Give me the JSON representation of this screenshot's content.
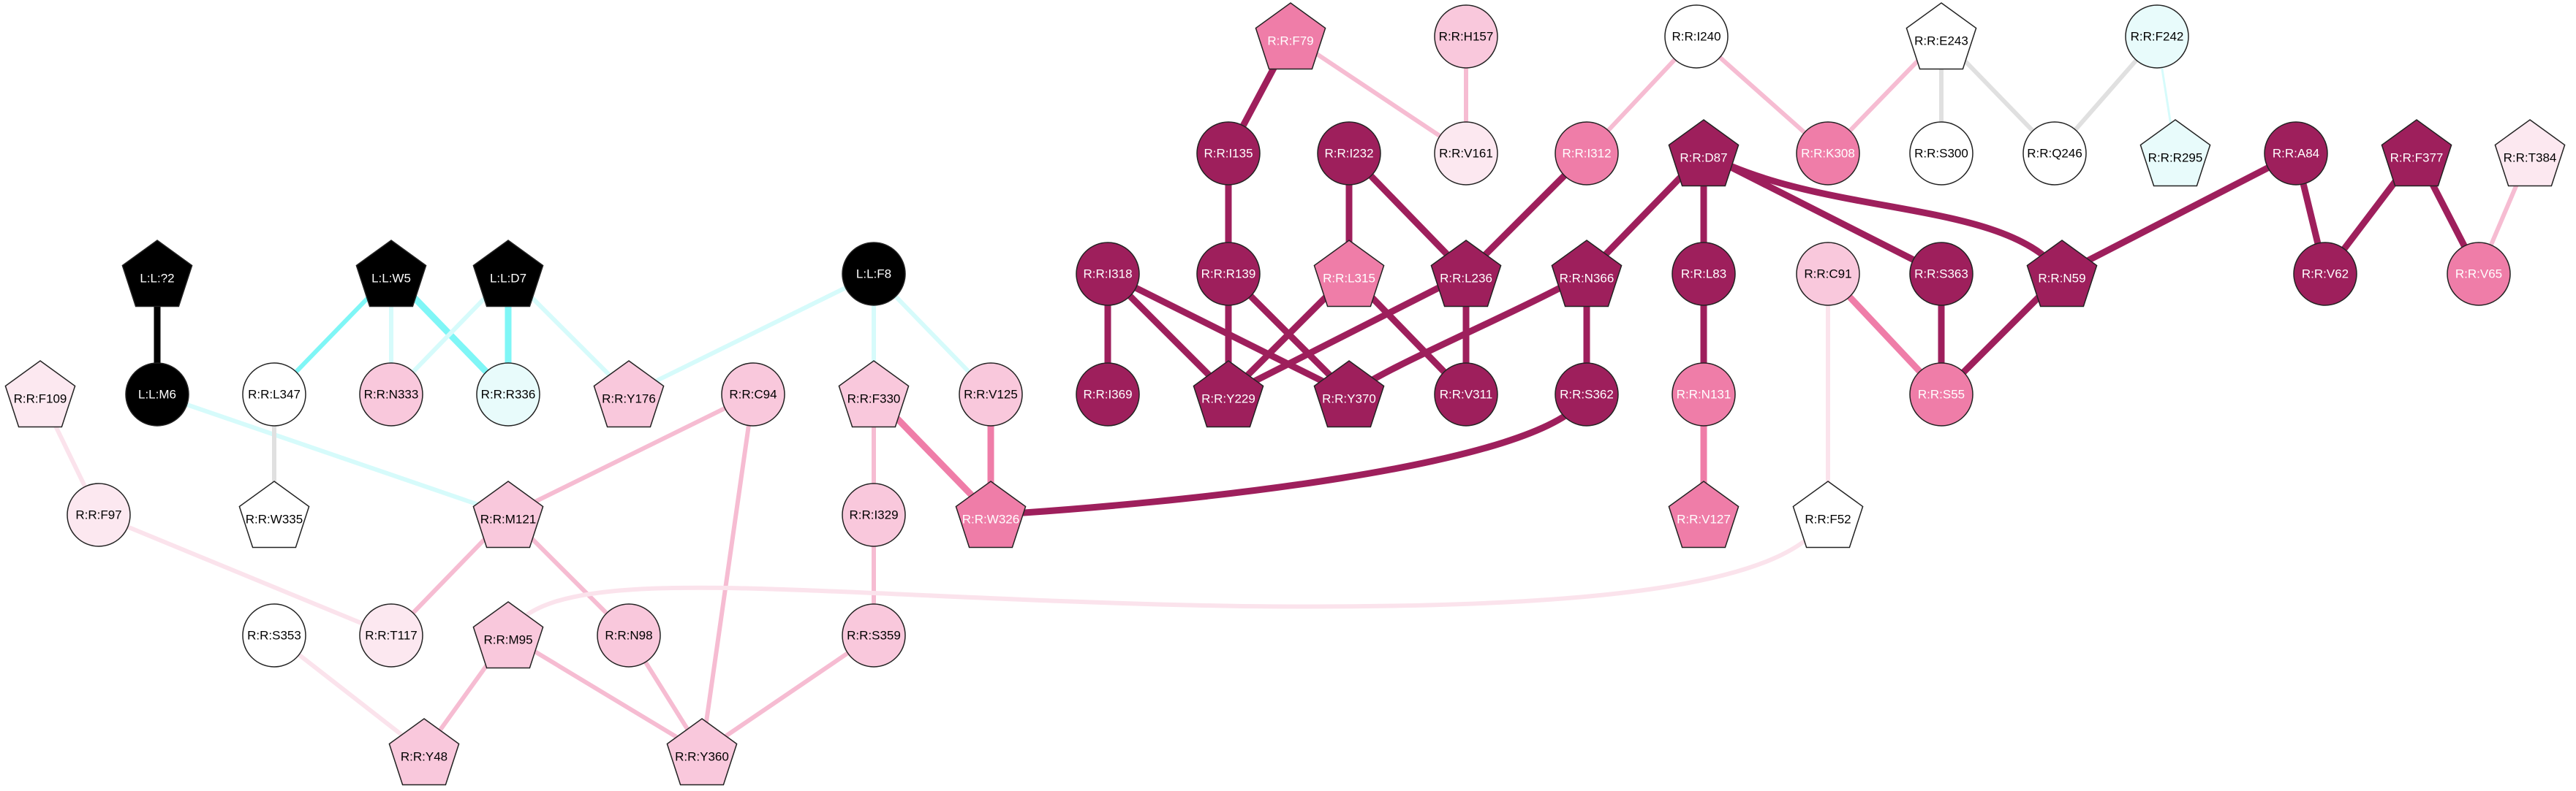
{
  "palette": {
    "black": "#000000",
    "dark": "#9e1f5c",
    "mid": "#ef7da8",
    "light": "#f9c8dc",
    "pale": "#fce8f0",
    "white": "#ffffff",
    "cyan_fill": "#e8fbfb",
    "edge_dark": "#9e1f5c",
    "edge_mid": "#ef7da8",
    "edge_light": "#f6bcd2",
    "edge_pale": "#fbe3ec",
    "edge_gray": "#e0e0e0",
    "edge_cyan": "#7ff6f6",
    "edge_cyan_pale": "#d6fbfb",
    "edge_black": "#000000"
  },
  "nodes": [
    {
      "id": "F79",
      "label": "R:R:F79",
      "shape": "pentagon",
      "fill": "mid"
    },
    {
      "id": "H157",
      "label": "R:R:H157",
      "shape": "circle",
      "fill": "light"
    },
    {
      "id": "I240",
      "label": "R:R:I240",
      "shape": "circle",
      "fill": "white"
    },
    {
      "id": "E243",
      "label": "R:R:E243",
      "shape": "pentagon",
      "fill": "white"
    },
    {
      "id": "F242",
      "label": "R:R:F242",
      "shape": "circle",
      "fill": "cyan_fill"
    },
    {
      "id": "I135",
      "label": "R:R:I135",
      "shape": "circle",
      "fill": "dark"
    },
    {
      "id": "I232",
      "label": "R:R:I232",
      "shape": "circle",
      "fill": "dark"
    },
    {
      "id": "V161",
      "label": "R:R:V161",
      "shape": "circle",
      "fill": "pale"
    },
    {
      "id": "I312",
      "label": "R:R:I312",
      "shape": "circle",
      "fill": "mid"
    },
    {
      "id": "D87",
      "label": "R:R:D87",
      "shape": "pentagon",
      "fill": "dark"
    },
    {
      "id": "K308",
      "label": "R:R:K308",
      "shape": "circle",
      "fill": "mid"
    },
    {
      "id": "S300",
      "label": "R:R:S300",
      "shape": "circle",
      "fill": "white"
    },
    {
      "id": "Q246",
      "label": "R:R:Q246",
      "shape": "circle",
      "fill": "white"
    },
    {
      "id": "R295",
      "label": "R:R:R295",
      "shape": "pentagon",
      "fill": "cyan_fill"
    },
    {
      "id": "A84",
      "label": "R:R:A84",
      "shape": "circle",
      "fill": "dark"
    },
    {
      "id": "F377",
      "label": "R:R:F377",
      "shape": "pentagon",
      "fill": "dark"
    },
    {
      "id": "T384",
      "label": "R:R:T384",
      "shape": "pentagon",
      "fill": "pale"
    },
    {
      "id": "L72",
      "label": "L:L:?2",
      "shape": "pentagon",
      "fill": "black"
    },
    {
      "id": "LW5",
      "label": "L:L:W5",
      "shape": "pentagon",
      "fill": "black"
    },
    {
      "id": "LD7",
      "label": "L:L:D7",
      "shape": "pentagon",
      "fill": "black"
    },
    {
      "id": "LF8",
      "label": "L:L:F8",
      "shape": "circle",
      "fill": "black"
    },
    {
      "id": "I318",
      "label": "R:R:I318",
      "shape": "circle",
      "fill": "dark"
    },
    {
      "id": "R139",
      "label": "R:R:R139",
      "shape": "circle",
      "fill": "dark"
    },
    {
      "id": "L315",
      "label": "R:R:L315",
      "shape": "pentagon",
      "fill": "mid"
    },
    {
      "id": "L236",
      "label": "R:R:L236",
      "shape": "pentagon",
      "fill": "dark"
    },
    {
      "id": "N366",
      "label": "R:R:N366",
      "shape": "pentagon",
      "fill": "dark"
    },
    {
      "id": "L83",
      "label": "R:R:L83",
      "shape": "circle",
      "fill": "dark"
    },
    {
      "id": "C91",
      "label": "R:R:C91",
      "shape": "circle",
      "fill": "light"
    },
    {
      "id": "S363",
      "label": "R:R:S363",
      "shape": "circle",
      "fill": "dark"
    },
    {
      "id": "N59",
      "label": "R:R:N59",
      "shape": "pentagon",
      "fill": "dark"
    },
    {
      "id": "V62",
      "label": "R:R:V62",
      "shape": "circle",
      "fill": "dark"
    },
    {
      "id": "V65",
      "label": "R:R:V65",
      "shape": "circle",
      "fill": "mid"
    },
    {
      "id": "F109",
      "label": "R:R:F109",
      "shape": "pentagon",
      "fill": "pale"
    },
    {
      "id": "M6",
      "label": "L:L:M6",
      "shape": "circle",
      "fill": "black"
    },
    {
      "id": "L347",
      "label": "R:R:L347",
      "shape": "circle",
      "fill": "white"
    },
    {
      "id": "N333",
      "label": "R:R:N333",
      "shape": "circle",
      "fill": "light"
    },
    {
      "id": "R336",
      "label": "R:R:R336",
      "shape": "circle",
      "fill": "cyan_fill"
    },
    {
      "id": "Y176",
      "label": "R:R:Y176",
      "shape": "pentagon",
      "fill": "light"
    },
    {
      "id": "C94",
      "label": "R:R:C94",
      "shape": "circle",
      "fill": "light"
    },
    {
      "id": "F330",
      "label": "R:R:F330",
      "shape": "pentagon",
      "fill": "light"
    },
    {
      "id": "V125",
      "label": "R:R:V125",
      "shape": "circle",
      "fill": "light"
    },
    {
      "id": "I369",
      "label": "R:R:I369",
      "shape": "circle",
      "fill": "dark"
    },
    {
      "id": "Y229",
      "label": "R:R:Y229",
      "shape": "pentagon",
      "fill": "dark"
    },
    {
      "id": "Y370",
      "label": "R:R:Y370",
      "shape": "pentagon",
      "fill": "dark"
    },
    {
      "id": "V311",
      "label": "R:R:V311",
      "shape": "circle",
      "fill": "dark"
    },
    {
      "id": "S362",
      "label": "R:R:S362",
      "shape": "circle",
      "fill": "dark"
    },
    {
      "id": "N131",
      "label": "R:R:N131",
      "shape": "circle",
      "fill": "mid"
    },
    {
      "id": "S55",
      "label": "R:R:S55",
      "shape": "circle",
      "fill": "mid"
    },
    {
      "id": "W335",
      "label": "R:R:W335",
      "shape": "pentagon",
      "fill": "white"
    },
    {
      "id": "F97",
      "label": "R:R:F97",
      "shape": "circle",
      "fill": "pale"
    },
    {
      "id": "M121",
      "label": "R:R:M121",
      "shape": "pentagon",
      "fill": "light"
    },
    {
      "id": "I329",
      "label": "R:R:I329",
      "shape": "circle",
      "fill": "light"
    },
    {
      "id": "W326",
      "label": "R:R:W326",
      "shape": "pentagon",
      "fill": "mid"
    },
    {
      "id": "V127",
      "label": "R:R:V127",
      "shape": "pentagon",
      "fill": "mid"
    },
    {
      "id": "F52",
      "label": "R:R:F52",
      "shape": "pentagon",
      "fill": "white"
    },
    {
      "id": "S353",
      "label": "R:R:S353",
      "shape": "circle",
      "fill": "white"
    },
    {
      "id": "T117",
      "label": "R:R:T117",
      "shape": "circle",
      "fill": "pale"
    },
    {
      "id": "M95",
      "label": "R:R:M95",
      "shape": "pentagon",
      "fill": "light"
    },
    {
      "id": "N98",
      "label": "R:R:N98",
      "shape": "circle",
      "fill": "light"
    },
    {
      "id": "S359",
      "label": "R:R:S359",
      "shape": "circle",
      "fill": "light"
    },
    {
      "id": "Y48",
      "label": "R:R:Y48",
      "shape": "pentagon",
      "fill": "light"
    },
    {
      "id": "Y360",
      "label": "R:R:Y360",
      "shape": "pentagon",
      "fill": "light"
    }
  ],
  "edges": [
    {
      "from": "F79",
      "to": "I135",
      "color": "edge_dark",
      "weight": 3
    },
    {
      "from": "F79",
      "to": "V161",
      "color": "edge_light",
      "weight": 2
    },
    {
      "from": "H157",
      "to": "V161",
      "color": "edge_light",
      "weight": 2
    },
    {
      "from": "I240",
      "to": "I312",
      "color": "edge_light",
      "weight": 2
    },
    {
      "from": "I240",
      "to": "K308",
      "color": "edge_light",
      "weight": 2
    },
    {
      "from": "E243",
      "to": "K308",
      "color": "edge_light",
      "weight": 2
    },
    {
      "from": "E243",
      "to": "S300",
      "color": "edge_gray",
      "weight": 2
    },
    {
      "from": "E243",
      "to": "Q246",
      "color": "edge_gray",
      "weight": 2
    },
    {
      "from": "F242",
      "to": "Q246",
      "color": "edge_gray",
      "weight": 2
    },
    {
      "from": "F242",
      "to": "R295",
      "color": "edge_cyan_pale",
      "weight": 1
    },
    {
      "from": "I135",
      "to": "R139",
      "color": "edge_dark",
      "weight": 3
    },
    {
      "from": "I232",
      "to": "L315",
      "color": "edge_dark",
      "weight": 3
    },
    {
      "from": "I232",
      "to": "L236",
      "color": "edge_dark",
      "weight": 3
    },
    {
      "from": "I312",
      "to": "L236",
      "color": "edge_dark",
      "weight": 3
    },
    {
      "from": "D87",
      "to": "N366",
      "color": "edge_dark",
      "weight": 3
    },
    {
      "from": "D87",
      "to": "L83",
      "color": "edge_dark",
      "weight": 3
    },
    {
      "from": "D87",
      "to": "S363",
      "color": "edge_dark",
      "weight": 3
    },
    {
      "from": "D87",
      "to": "N59",
      "color": "edge_dark",
      "weight": 3,
      "curve": true
    },
    {
      "from": "A84",
      "to": "N59",
      "color": "edge_dark",
      "weight": 3
    },
    {
      "from": "A84",
      "to": "V62",
      "color": "edge_dark",
      "weight": 3
    },
    {
      "from": "F377",
      "to": "V62",
      "color": "edge_dark",
      "weight": 3
    },
    {
      "from": "F377",
      "to": "V65",
      "color": "edge_dark",
      "weight": 3
    },
    {
      "from": "T384",
      "to": "V65",
      "color": "edge_light",
      "weight": 2
    },
    {
      "from": "L72",
      "to": "M6",
      "color": "edge_black",
      "weight": 3
    },
    {
      "from": "LW5",
      "to": "L347",
      "color": "edge_cyan",
      "weight": 2
    },
    {
      "from": "LW5",
      "to": "N333",
      "color": "edge_cyan_pale",
      "weight": 2
    },
    {
      "from": "LW5",
      "to": "R336",
      "color": "edge_cyan",
      "weight": 3
    },
    {
      "from": "LD7",
      "to": "R336",
      "color": "edge_cyan",
      "weight": 3
    },
    {
      "from": "LD7",
      "to": "N333",
      "color": "edge_cyan_pale",
      "weight": 2
    },
    {
      "from": "LD7",
      "to": "Y176",
      "color": "edge_cyan_pale",
      "weight": 2
    },
    {
      "from": "LF8",
      "to": "Y176",
      "color": "edge_cyan_pale",
      "weight": 2
    },
    {
      "from": "LF8",
      "to": "F330",
      "color": "edge_cyan_pale",
      "weight": 2
    },
    {
      "from": "LF8",
      "to": "V125",
      "color": "edge_cyan_pale",
      "weight": 2
    },
    {
      "from": "M6",
      "to": "M121",
      "color": "edge_cyan_pale",
      "weight": 2
    },
    {
      "from": "L347",
      "to": "W335",
      "color": "edge_gray",
      "weight": 2
    },
    {
      "from": "I318",
      "to": "I369",
      "color": "edge_dark",
      "weight": 3
    },
    {
      "from": "I318",
      "to": "Y229",
      "color": "edge_dark",
      "weight": 3
    },
    {
      "from": "I318",
      "to": "Y370",
      "color": "edge_dark",
      "weight": 3
    },
    {
      "from": "R139",
      "to": "Y229",
      "color": "edge_dark",
      "weight": 3
    },
    {
      "from": "R139",
      "to": "Y370",
      "color": "edge_dark",
      "weight": 3
    },
    {
      "from": "L315",
      "to": "Y229",
      "color": "edge_dark",
      "weight": 3
    },
    {
      "from": "L236",
      "to": "Y229",
      "color": "edge_dark",
      "weight": 3
    },
    {
      "from": "L236",
      "to": "V311",
      "color": "edge_dark",
      "weight": 3
    },
    {
      "from": "L315",
      "to": "V311",
      "color": "edge_dark",
      "weight": 3
    },
    {
      "from": "N366",
      "to": "Y370",
      "color": "edge_dark",
      "weight": 3,
      "curve": true
    },
    {
      "from": "N366",
      "to": "S362",
      "color": "edge_dark",
      "weight": 3
    },
    {
      "from": "L83",
      "to": "N131",
      "color": "edge_dark",
      "weight": 3
    },
    {
      "from": "N131",
      "to": "V127",
      "color": "edge_mid",
      "weight": 3
    },
    {
      "from": "C91",
      "to": "S55",
      "color": "edge_mid",
      "weight": 3
    },
    {
      "from": "S363",
      "to": "S55",
      "color": "edge_dark",
      "weight": 3
    },
    {
      "from": "N59",
      "to": "S55",
      "color": "edge_dark",
      "weight": 3
    },
    {
      "from": "C91",
      "to": "F52",
      "color": "edge_pale",
      "weight": 2
    },
    {
      "from": "F109",
      "to": "F97",
      "color": "edge_pale",
      "weight": 2
    },
    {
      "from": "F97",
      "to": "T117",
      "color": "edge_pale",
      "weight": 2
    },
    {
      "from": "C94",
      "to": "M121",
      "color": "edge_light",
      "weight": 2
    },
    {
      "from": "C94",
      "to": "Y360",
      "color": "edge_light",
      "weight": 2
    },
    {
      "from": "M121",
      "to": "T117",
      "color": "edge_light",
      "weight": 2
    },
    {
      "from": "M121",
      "to": "N98",
      "color": "edge_light",
      "weight": 2
    },
    {
      "from": "F330",
      "to": "I329",
      "color": "edge_light",
      "weight": 2
    },
    {
      "from": "F330",
      "to": "W326",
      "color": "edge_mid",
      "weight": 3
    },
    {
      "from": "V125",
      "to": "W326",
      "color": "edge_mid",
      "weight": 3
    },
    {
      "from": "S362",
      "to": "W326",
      "color": "edge_dark",
      "weight": 3,
      "curve": true
    },
    {
      "from": "I329",
      "to": "S359",
      "color": "edge_light",
      "weight": 2
    },
    {
      "from": "S359",
      "to": "Y360",
      "color": "edge_light",
      "weight": 2
    },
    {
      "from": "M95",
      "to": "Y48",
      "color": "edge_light",
      "weight": 2
    },
    {
      "from": "M95",
      "to": "Y360",
      "color": "edge_light",
      "weight": 2
    },
    {
      "from": "N98",
      "to": "Y360",
      "color": "edge_light",
      "weight": 2
    },
    {
      "from": "S353",
      "to": "Y48",
      "color": "edge_pale",
      "weight": 2
    },
    {
      "from": "M95",
      "to": "F52",
      "color": "edge_pale",
      "weight": 2,
      "curve": true
    }
  ]
}
